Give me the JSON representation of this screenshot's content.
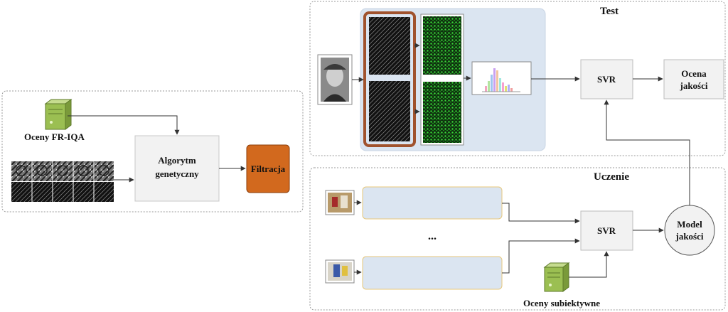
{
  "left_panel": {
    "fr_iqa_label": "Oceny FR-IQA",
    "algorithm_line1": "Algorytm",
    "algorithm_line2": "genetyczny",
    "filtration_label": "Filtracja"
  },
  "test_panel": {
    "title": "Test",
    "svr_label": "SVR",
    "quality_line1": "Ocena",
    "quality_line2": "jakości"
  },
  "train_panel": {
    "title": "Uczenie",
    "svr_label": "SVR",
    "ellipsis": "...",
    "model_line1": "Model",
    "model_line2": "jakości",
    "subjective_label": "Oceny subiektywne"
  },
  "colors": {
    "panel_border": "#9a9a9a",
    "feature_bg": "#dbe5f1",
    "process_box": "#f2f2f2",
    "filter_orange": "#d2691e",
    "stack_border": "#a0522d",
    "edge_green": "#2fd22f",
    "server_green": "#9bbf52"
  },
  "icons": [
    "server-icon",
    "image-thumbnail",
    "histogram-icon"
  ]
}
